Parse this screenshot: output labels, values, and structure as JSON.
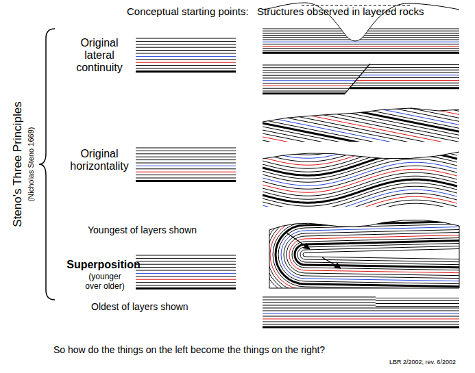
{
  "diagram": {
    "labels": [
      "Conceptual starting points:",
      "Structures observed in layered rocks",
      "Original lateral continuity",
      "Original horizontality",
      "Superposition",
      "(younger over older)",
      "Youngest of layers shown",
      "Oldest of layers shown",
      "Steno's Three Principles",
      "(Nicholas Steno 1669)",
      "So how do the things on the left become the things on the right?",
      "LBR 2/2002; rev. 6/2002"
    ]
  }
}
